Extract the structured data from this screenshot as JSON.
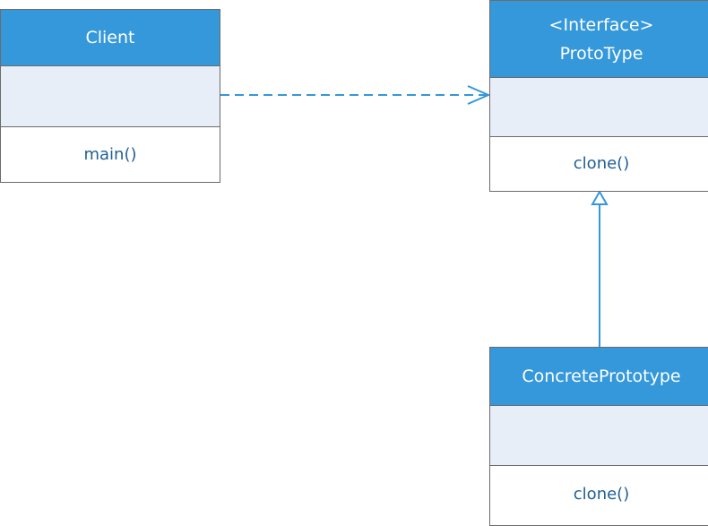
{
  "classes": {
    "client": {
      "name": "Client",
      "methods": "main()"
    },
    "prototype": {
      "stereotype": "<Interface>",
      "name": "ProtoType",
      "methods": "clone()"
    },
    "concrete": {
      "name": "ConcretePrototype",
      "methods": "clone()"
    }
  },
  "relations": [
    {
      "type": "dependency",
      "from": "Client",
      "to": "ProtoType"
    },
    {
      "type": "realization",
      "from": "ConcretePrototype",
      "to": "ProtoType"
    }
  ],
  "colors": {
    "header": "#3498db",
    "attrs_bg": "#e8eef8",
    "method_text": "#1f5f96",
    "border": "#6b6b6b"
  }
}
